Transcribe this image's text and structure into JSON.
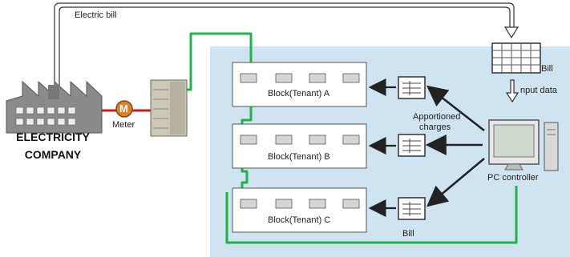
{
  "labels": {
    "electric_bill": "Electric bill",
    "meter": "Meter",
    "meter_symbol": "M",
    "company_line1": "ELECTRICITY",
    "company_line2": "COMPANY",
    "block_a": "Block(Tenant) A",
    "block_b": "Block(Tenant) B",
    "block_c": "Block(Tenant) C",
    "bill_top": "Bill",
    "input_data": "nput data",
    "apportioned_1": "Apportioned",
    "apportioned_2": "charges",
    "pc_controller": "PC controller",
    "bill_bottom": "Bill"
  },
  "colors": {
    "wire_green": "#22b24c",
    "meter_line_red": "#d01818",
    "panel_blue": "#cfe3f1",
    "meter_orange": "#d9822b"
  }
}
